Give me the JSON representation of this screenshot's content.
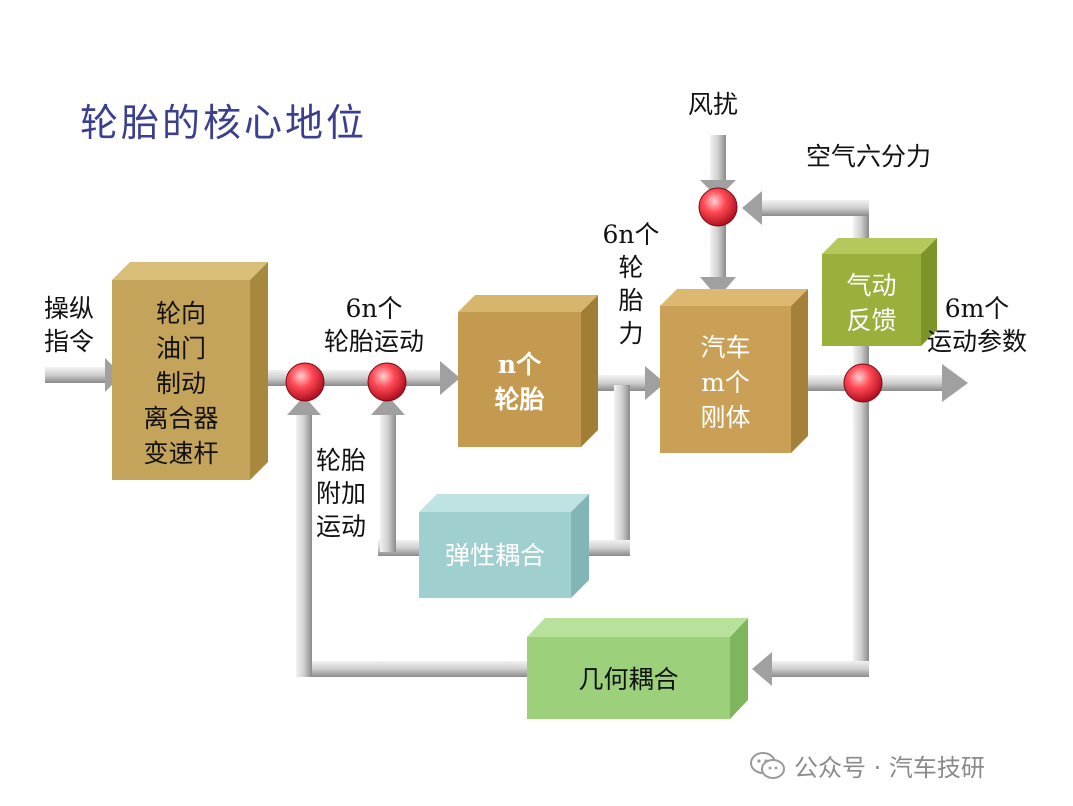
{
  "title": "轮胎的核心地位",
  "boxes": {
    "controls": "轮向\n油门\n制动\n离合器\n变速杆",
    "tires": "n个\n轮胎",
    "vehicle": "汽车\nm个\n刚体",
    "aero_feedback": "气动\n反馈",
    "elastic_coupling": "弹性耦合",
    "geometric_coupling": "几何耦合"
  },
  "labels": {
    "operator_command": "操纵\n指令",
    "tire_motion_6n": "6n个\n轮胎运动",
    "tire_force_6n": "6n个\n轮\n胎\n力",
    "wind_disturbance": "风扰",
    "aero_six_force": "空气六分力",
    "motion_params_6m": "6m个\n运动参数",
    "tire_additional_motion": "轮胎\n附加\n运动"
  },
  "footer": {
    "icon": "wechat-icon",
    "text": "公众号 · 汽车技研"
  },
  "colors": {
    "title": "#3a3f8f",
    "controls_box": "#c4a35a",
    "tires_box": "#c49a50",
    "vehicle_box": "#c9a055",
    "aero_box": "#9ab03c",
    "elastic_box": "#9fcfcf",
    "geometric_box": "#9cd07a",
    "junction": "#e0303a",
    "arrow": "#c8c8c8"
  }
}
